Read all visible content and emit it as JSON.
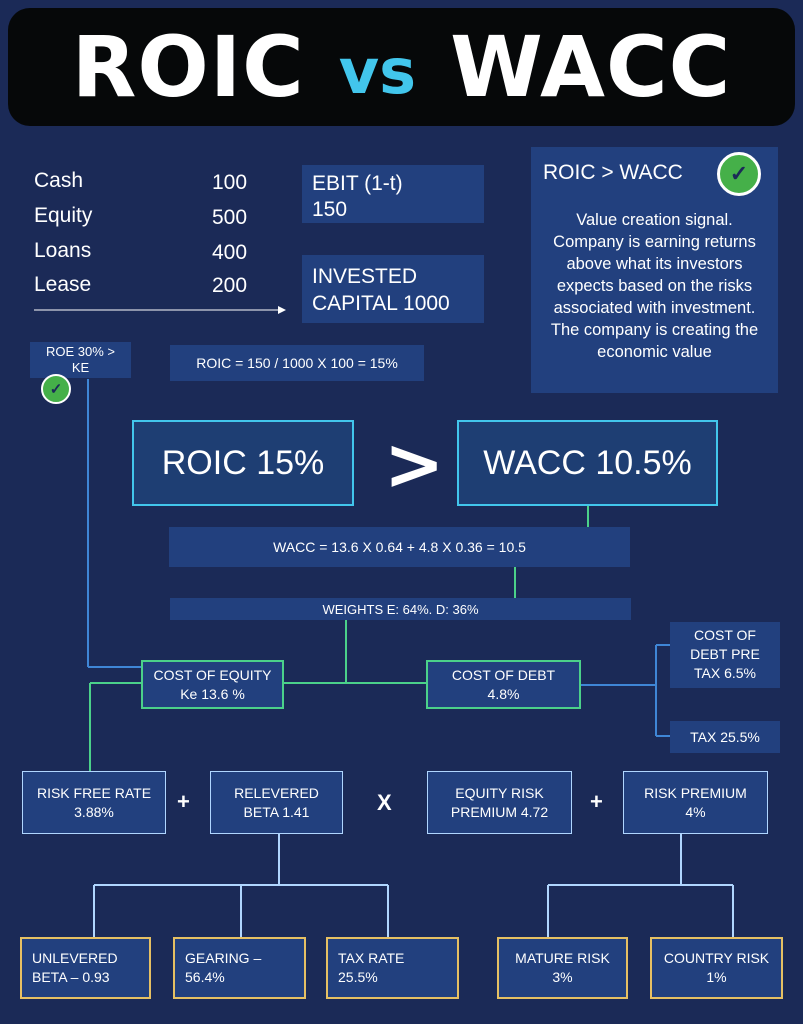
{
  "title": {
    "left": "ROIC",
    "middle": "vs",
    "right": "WACC"
  },
  "capital": [
    {
      "label": "Cash",
      "value": "100"
    },
    {
      "label": "Equity",
      "value": "500"
    },
    {
      "label": "Loans",
      "value": "400"
    },
    {
      "label": "Lease",
      "value": "200"
    }
  ],
  "ebit": {
    "line1": "EBIT (1-t)",
    "line2": "150"
  },
  "invested_capital": {
    "line1": "INVESTED",
    "line2": "CAPITAL 1000"
  },
  "signal": {
    "heading": "ROIC > WACC",
    "body": "Value creation signal. Company is earning returns above what its investors expects based on the risks associated with investment. The company is creating the economic value"
  },
  "roe": {
    "line1": "ROE 30% >",
    "line2": "KE"
  },
  "roic_calc": "ROIC = 150 / 1000 X 100 = 15%",
  "roic_box": "ROIC 15%",
  "comparator": ">",
  "wacc_box": "WACC 10.5%",
  "wacc_formula": "WACC  = 13.6 X 0.64 + 4.8 X 0.36  = 10.5",
  "weights": "WEIGHTS E: 64%. D: 36%",
  "cost_of_equity": {
    "line1": "COST OF EQUITY",
    "line2": "Ke 13.6 %"
  },
  "cost_of_debt": {
    "line1": "COST OF DEBT",
    "line2": "4.8%"
  },
  "cost_of_debt_pretax": {
    "line1": "COST OF",
    "line2": "DEBT PRE",
    "line3": "TAX  6.5%"
  },
  "tax": "TAX  25.5%",
  "risk_free": {
    "line1": "RISK FREE RATE",
    "line2": "3.88%"
  },
  "relevered_beta": {
    "line1": "RELEVERED",
    "line2": "BETA 1.41"
  },
  "equity_risk_premium": {
    "line1": "EQUITY RISK",
    "line2": "PREMIUM 4.72"
  },
  "risk_premium": {
    "line1": "RISK PREMIUM",
    "line2": "4%"
  },
  "operators": {
    "plus1": "+",
    "times": "X",
    "plus2": "+"
  },
  "unlevered_beta": {
    "line1": "UNLEVERED",
    "line2": "BETA – 0.93"
  },
  "gearing": {
    "line1": "GEARING –",
    "line2": "56.4%"
  },
  "tax_rate": {
    "line1": "TAX RATE",
    "line2": "25.5%"
  },
  "mature_risk": {
    "line1": "MATURE RISK",
    "line2": "3%"
  },
  "country_risk": {
    "line1": "COUNTRY RISK",
    "line2": "1%"
  },
  "colors": {
    "background": "#1b2a57",
    "box": "#22407e",
    "accent_cyan": "#42c6ec",
    "accent_green": "#4bd18a",
    "accent_gold": "#e6c063",
    "check_green": "#45b049"
  },
  "icons": {
    "check": "check-circle-icon",
    "arrow": "arrow-right-icon"
  }
}
